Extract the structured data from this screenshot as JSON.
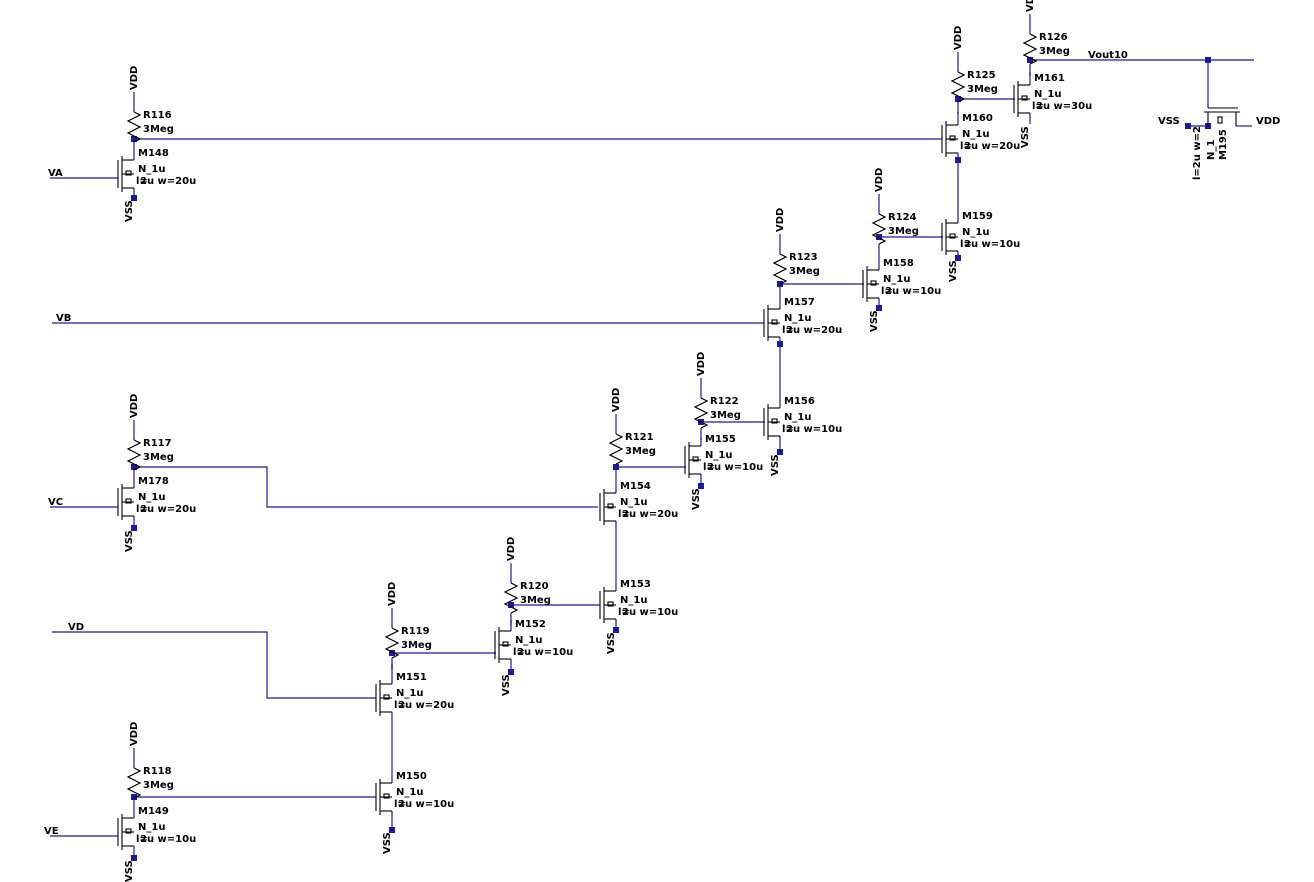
{
  "nets": {
    "vdd": "VDD",
    "vss": "VSS",
    "output": "Vout10",
    "inputs": [
      "VA",
      "VB",
      "VC",
      "VD",
      "VE"
    ]
  },
  "resistors": [
    {
      "name": "R116",
      "value": "3Meg"
    },
    {
      "name": "R117",
      "value": "3Meg"
    },
    {
      "name": "R118",
      "value": "3Meg"
    },
    {
      "name": "R119",
      "value": "3Meg"
    },
    {
      "name": "R120",
      "value": "3Meg"
    },
    {
      "name": "R121",
      "value": "3Meg"
    },
    {
      "name": "R122",
      "value": "3Meg"
    },
    {
      "name": "R123",
      "value": "3Meg"
    },
    {
      "name": "R124",
      "value": "3Meg"
    },
    {
      "name": "R125",
      "value": "3Meg"
    },
    {
      "name": "R126",
      "value": "3Meg"
    }
  ],
  "transistors": [
    {
      "name": "M148",
      "model": "N_1u",
      "params": "l=2u w=20u"
    },
    {
      "name": "M178",
      "model": "N_1u",
      "params": "l=2u w=20u"
    },
    {
      "name": "M149",
      "model": "N_1u",
      "params": "l=2u w=10u"
    },
    {
      "name": "M150",
      "model": "N_1u",
      "params": "l=2u w=10u"
    },
    {
      "name": "M151",
      "model": "N_1u",
      "params": "l=2u w=20u"
    },
    {
      "name": "M152",
      "model": "N_1u",
      "params": "l=2u w=10u"
    },
    {
      "name": "M153",
      "model": "N_1u",
      "params": "l=2u w=10u"
    },
    {
      "name": "M154",
      "model": "N_1u",
      "params": "l=2u w=20u"
    },
    {
      "name": "M155",
      "model": "N_1u",
      "params": "l=2u w=10u"
    },
    {
      "name": "M156",
      "model": "N_1u",
      "params": "l=2u w=10u"
    },
    {
      "name": "M157",
      "model": "N_1u",
      "params": "l=2u w=20u"
    },
    {
      "name": "M158",
      "model": "N_1u",
      "params": "l=2u w=10u"
    },
    {
      "name": "M159",
      "model": "N_1u",
      "params": "l=2u w=10u"
    },
    {
      "name": "M160",
      "model": "N_1u",
      "params": "l=2u w=20u"
    },
    {
      "name": "M161",
      "model": "N_1u",
      "params": "l=2u w=30u"
    },
    {
      "name": "M195",
      "model": "N_1",
      "params": "l=2u w=2"
    }
  ]
}
